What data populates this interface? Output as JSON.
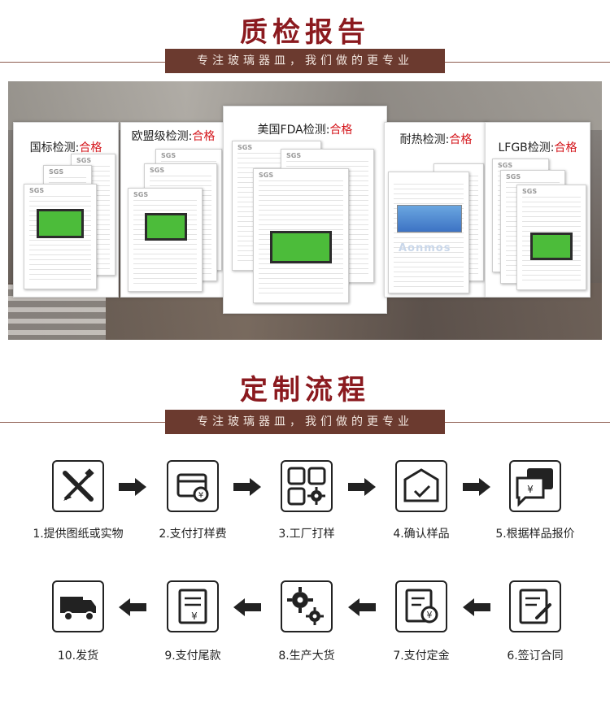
{
  "quality": {
    "title": "质检报告",
    "subtitle": "专注玻璃器皿，我们做的更专业",
    "reports": [
      {
        "name": "国标检测:",
        "status": "合格"
      },
      {
        "name": "欧盟级检测:",
        "status": "合格"
      },
      {
        "name": "美国FDA检测:",
        "status": "合格"
      },
      {
        "name": "耐热检测:",
        "status": "合格"
      },
      {
        "name": "LFGB检测:",
        "status": "合格"
      }
    ],
    "doc_mark": "SGS",
    "watermark": "Aonmos"
  },
  "process": {
    "title": "定制流程",
    "subtitle": "专注玻璃器皿，我们做的更专业",
    "steps": [
      {
        "label": "1.提供图纸或实物",
        "icon": "drawing-tools-icon"
      },
      {
        "label": "2.支付打样费",
        "icon": "card-payment-icon"
      },
      {
        "label": "3.工厂打样",
        "icon": "factory-gear-icon"
      },
      {
        "label": "4.确认样品",
        "icon": "confirm-envelope-icon"
      },
      {
        "label": "5.根据样品报价",
        "icon": "quote-chat-icon"
      },
      {
        "label": "6.签订合同",
        "icon": "sign-contract-icon"
      },
      {
        "label": "7.支付定金",
        "icon": "deposit-doc-icon"
      },
      {
        "label": "8.生产大货",
        "icon": "production-gears-icon"
      },
      {
        "label": "9.支付尾款",
        "icon": "final-payment-icon"
      },
      {
        "label": "10.发货",
        "icon": "delivery-truck-icon"
      }
    ]
  },
  "colors": {
    "title": "#8b1a1f",
    "banner": "#6b3a2f",
    "pass": "#d4151b"
  }
}
